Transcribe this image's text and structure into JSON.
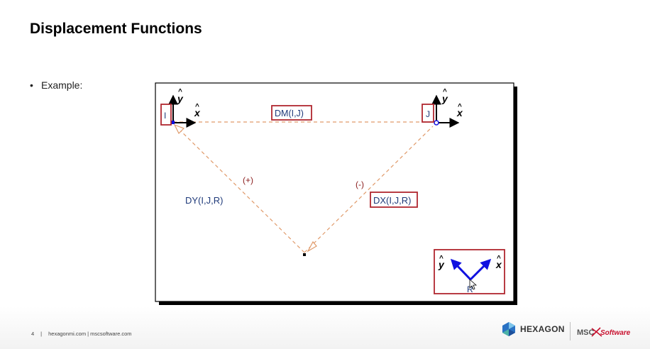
{
  "slide": {
    "title": "Displacement Functions",
    "bullet": "Example:"
  },
  "diagram": {
    "marker_i": "I",
    "marker_j": "J",
    "marker_r": "R",
    "label_dm": "DM(I,J)",
    "label_dy": "DY(I,J,R)",
    "label_dx": "DX(I,J,R)",
    "sign_plus": "(+)",
    "sign_minus": "(-)",
    "axis_x": "x",
    "axis_y": "y",
    "axis_hat": "^",
    "colors": {
      "frame_red": "#b0272f",
      "label_blue": "#1f3a7a",
      "sign_red": "#8a1c1c",
      "dashed": "#e09a6a",
      "r_arrows": "#1010e0"
    }
  },
  "footer": {
    "page_number": "4",
    "separator": "|",
    "links": "hexagonmi.com | mscsoftware.com",
    "brand_hexagon": "HEXAGON",
    "brand_msc": "MSC",
    "brand_software": "Software"
  }
}
